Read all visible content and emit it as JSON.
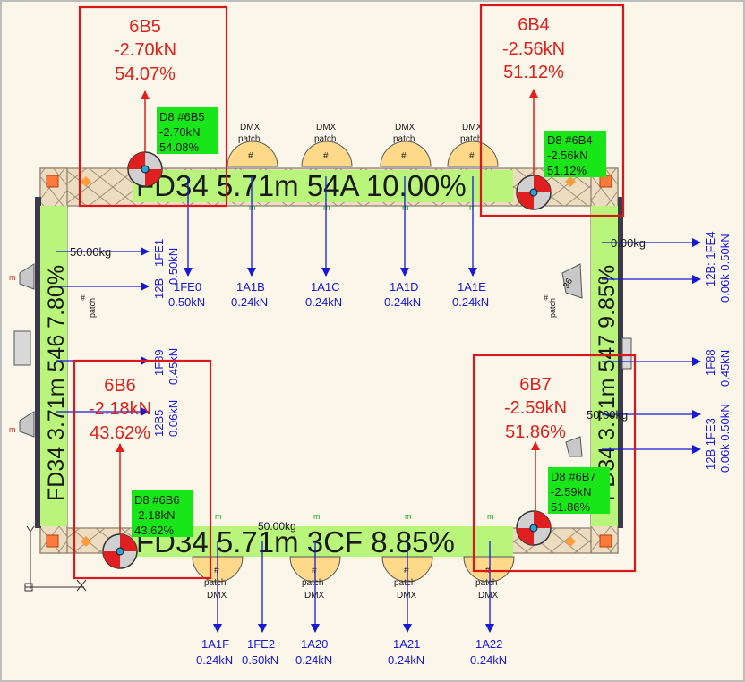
{
  "colors": {
    "background": "#fbf6ea",
    "truss_fill": "#b8f57a",
    "support_box": "#d8181a",
    "support_text": "#e0201a",
    "load_arrow": "#1818d8",
    "callout_green": "#19e619",
    "truss_frame": "#e0cfb2"
  },
  "supports": [
    {
      "id": "6B5",
      "force": "-2.70kN",
      "pct": "54.07%",
      "tag": "D8  #6B5",
      "tag_force": "-2.70kN",
      "tag_pct": "54.08%"
    },
    {
      "id": "6B4",
      "force": "-2.56kN",
      "pct": "51.12%",
      "tag": "D8  #6B4",
      "tag_force": "-2.56kN",
      "tag_pct": "51.12%"
    },
    {
      "id": "6B6",
      "force": "-2.18kN",
      "pct": "43.62%",
      "tag": "D8  #6B6",
      "tag_force": "-2.18kN",
      "tag_pct": "43.62%"
    },
    {
      "id": "6B7",
      "force": "-2.59kN",
      "pct": "51.86%",
      "tag": "D8  #6B7",
      "tag_force": "-2.59kN",
      "tag_pct": "51.86%"
    }
  ],
  "truss_labels": {
    "top": "FD34  5.71m  54A  10.00%",
    "bottom": "FD34  5.71m  3CF  8.85%",
    "left": "FD34  3.71m  546  7.80%",
    "right": "FD34  3.71m  547  9.85%"
  },
  "fixture_labels": {
    "dmx_top": [
      "DMX",
      "DMX",
      "DMX",
      "DMX"
    ],
    "patch_top": [
      "patch",
      "patch",
      "patch",
      "patch"
    ],
    "dmx_bottom": [
      "DMX",
      "DMX",
      "DMX",
      "DMX"
    ],
    "patch_bottom": [
      "patch",
      "patch",
      "patch",
      "patch"
    ],
    "hash": "#",
    "m": "m",
    "patch_side": "patch",
    "side_num": "36"
  },
  "loads_top": [
    {
      "id": "1FE0",
      "val": "0.50kN"
    },
    {
      "id": "1A1B",
      "val": "0.24kN"
    },
    {
      "id": "1A1C",
      "val": "0.24kN"
    },
    {
      "id": "1A1D",
      "val": "0.24kN"
    },
    {
      "id": "1A1E",
      "val": "0.24kN"
    }
  ],
  "loads_bottom": [
    {
      "id": "1A1F",
      "val": "0.24kN"
    },
    {
      "id": "1FE2",
      "val": "0.50kN"
    },
    {
      "id": "1A20",
      "val": "0.24kN"
    },
    {
      "id": "1A21",
      "val": "0.24kN"
    },
    {
      "id": "1A22",
      "val": "0.24kN"
    }
  ],
  "loads_left_rot": [
    {
      "id": "1FE1",
      "val": "0.50kN"
    },
    {
      "id": "12B",
      "val": ""
    },
    {
      "id": "1F89",
      "val": "0.45kN"
    },
    {
      "id": "12B5",
      "val": "0.06kN"
    }
  ],
  "loads_right_rot": [
    {
      "id": "12B: 1FE4",
      "val": "0.06k 0.50kN"
    },
    {
      "id": "1F88",
      "val": "0.45kN"
    },
    {
      "id": "12B  1FE3",
      "val": "0.06k 0.50kN"
    }
  ],
  "point_loads": {
    "top_left": "50.00kg",
    "top_right": "0.00kg",
    "right_lower": "50.00kg",
    "bottom": "50.00kg"
  }
}
